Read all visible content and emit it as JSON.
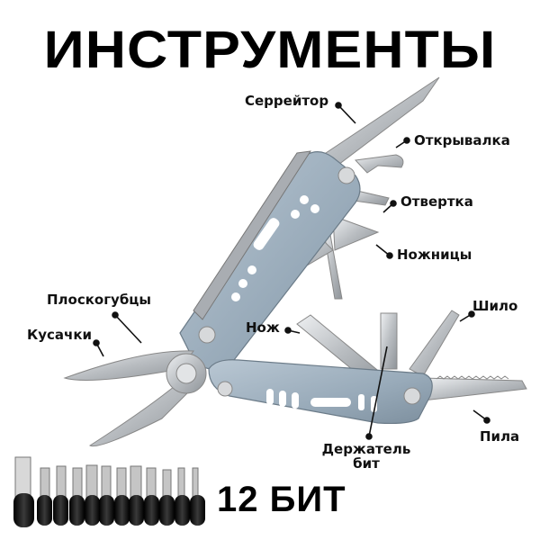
{
  "title": "ИНСТРУМЕНТЫ",
  "labels": {
    "serrator": "Серрейтор",
    "bottle_opener": "Открывалка",
    "screwdriver": "Отвертка",
    "scissors": "Ножницы",
    "pliers": "Плоскогубцы",
    "wire_cutters": "Кусачки",
    "knife": "Нож",
    "awl": "Шило",
    "saw": "Пила",
    "bit_holder_line1": "Держатель",
    "bit_holder_line2": "бит"
  },
  "bits": {
    "count_label": "12 БИТ",
    "count": 12
  },
  "colors": {
    "handle": "#9aabb9",
    "steel": "#c9cccf",
    "bit_grip": "#1a1a1a",
    "text": "#111111"
  }
}
